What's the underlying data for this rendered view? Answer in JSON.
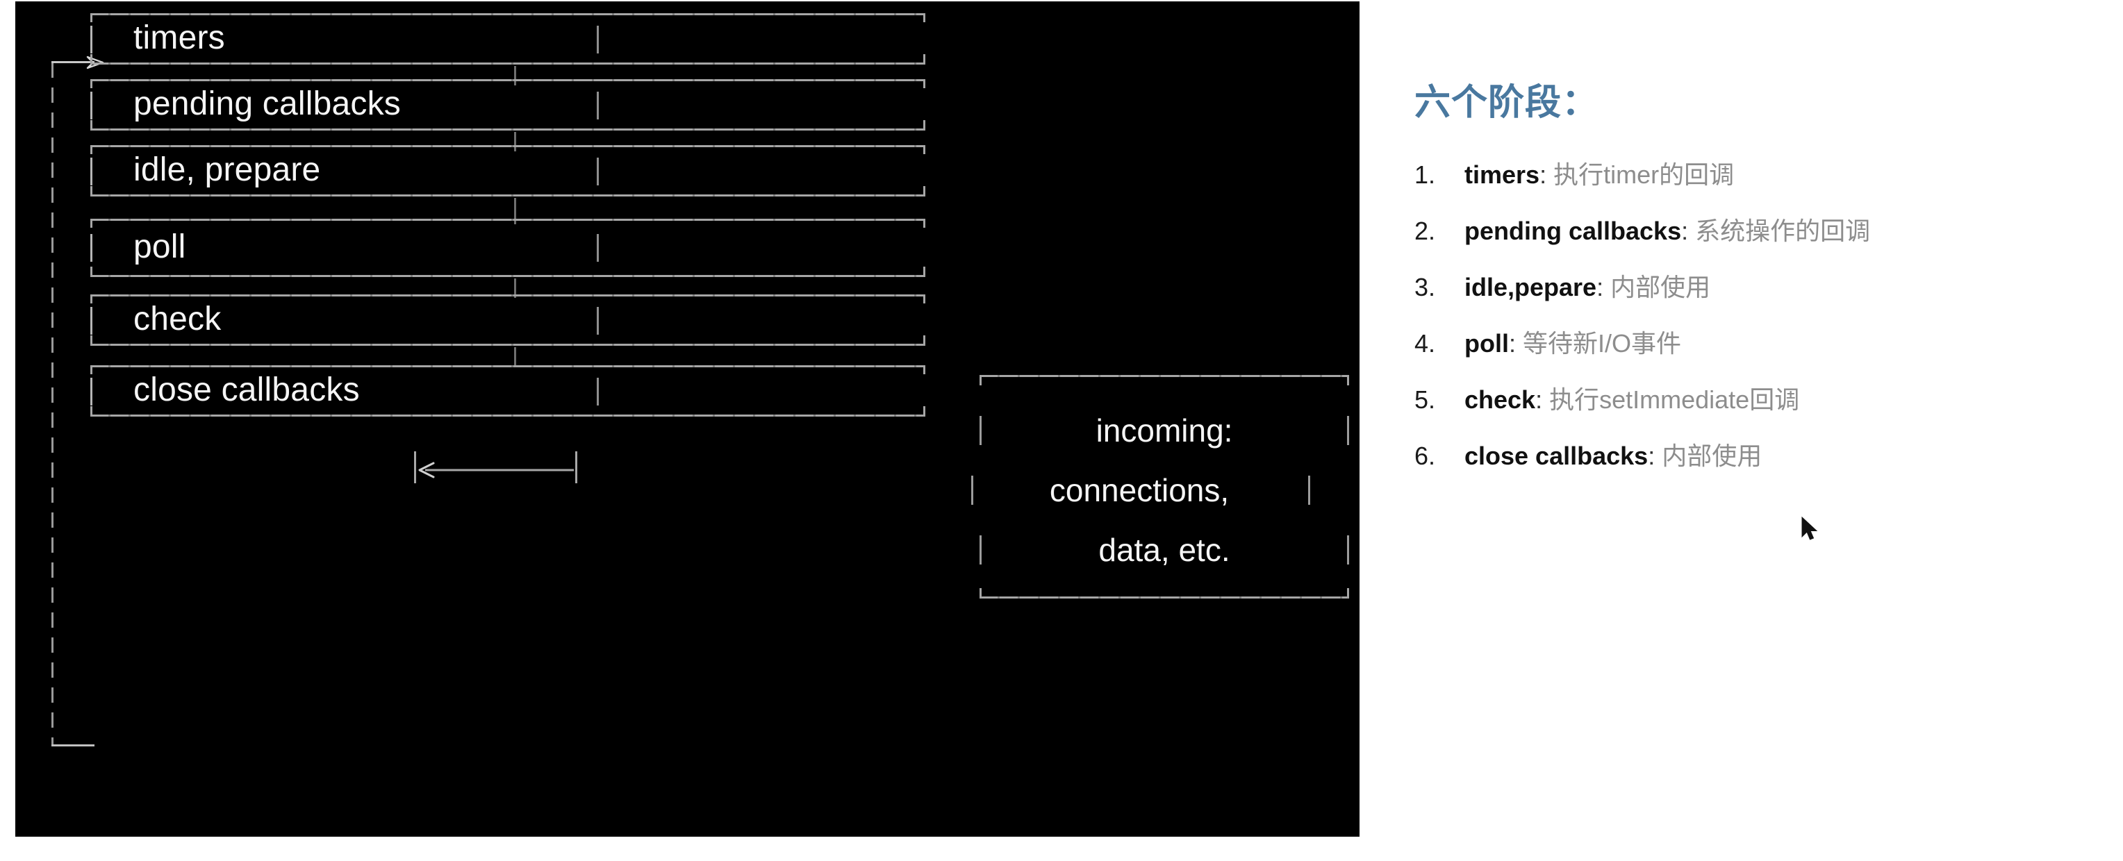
{
  "diagram": {
    "phases": [
      {
        "label": "timers"
      },
      {
        "label": "pending callbacks"
      },
      {
        "label": "idle, prepare"
      },
      {
        "label": "poll"
      },
      {
        "label": "check"
      },
      {
        "label": "close callbacks"
      }
    ],
    "incoming_box": {
      "line1": "incoming:",
      "line2": "connections,",
      "line3": "data, etc."
    }
  },
  "notes": {
    "title": "六个阶段：",
    "title_color": "#49789f",
    "items": [
      {
        "num": "1.",
        "term": "timers",
        "colon": ":",
        "desc": "执行timer的回调"
      },
      {
        "num": "2.",
        "term": "pending callbacks",
        "colon": ":",
        "desc": "系统操作的回调"
      },
      {
        "num": "3.",
        "term": "idle,pepare",
        "colon": ":",
        "desc": "内部使用"
      },
      {
        "num": "4.",
        "term": "poll",
        "colon": ":",
        "desc": "等待新I/O事件"
      },
      {
        "num": "5.",
        "term": "check",
        "colon": ":",
        "desc": "执行setImmediate回调"
      },
      {
        "num": "6.",
        "term": "close callbacks",
        "colon": ":",
        "desc": "内部使用"
      }
    ]
  },
  "colors": {
    "panel_bg": "#000000",
    "page_bg": "#ffffff",
    "diagram_line": "#a6a6a6",
    "diagram_text": "#f5f5f5",
    "note_term": "#111111",
    "note_desc": "#8d8d8d"
  }
}
